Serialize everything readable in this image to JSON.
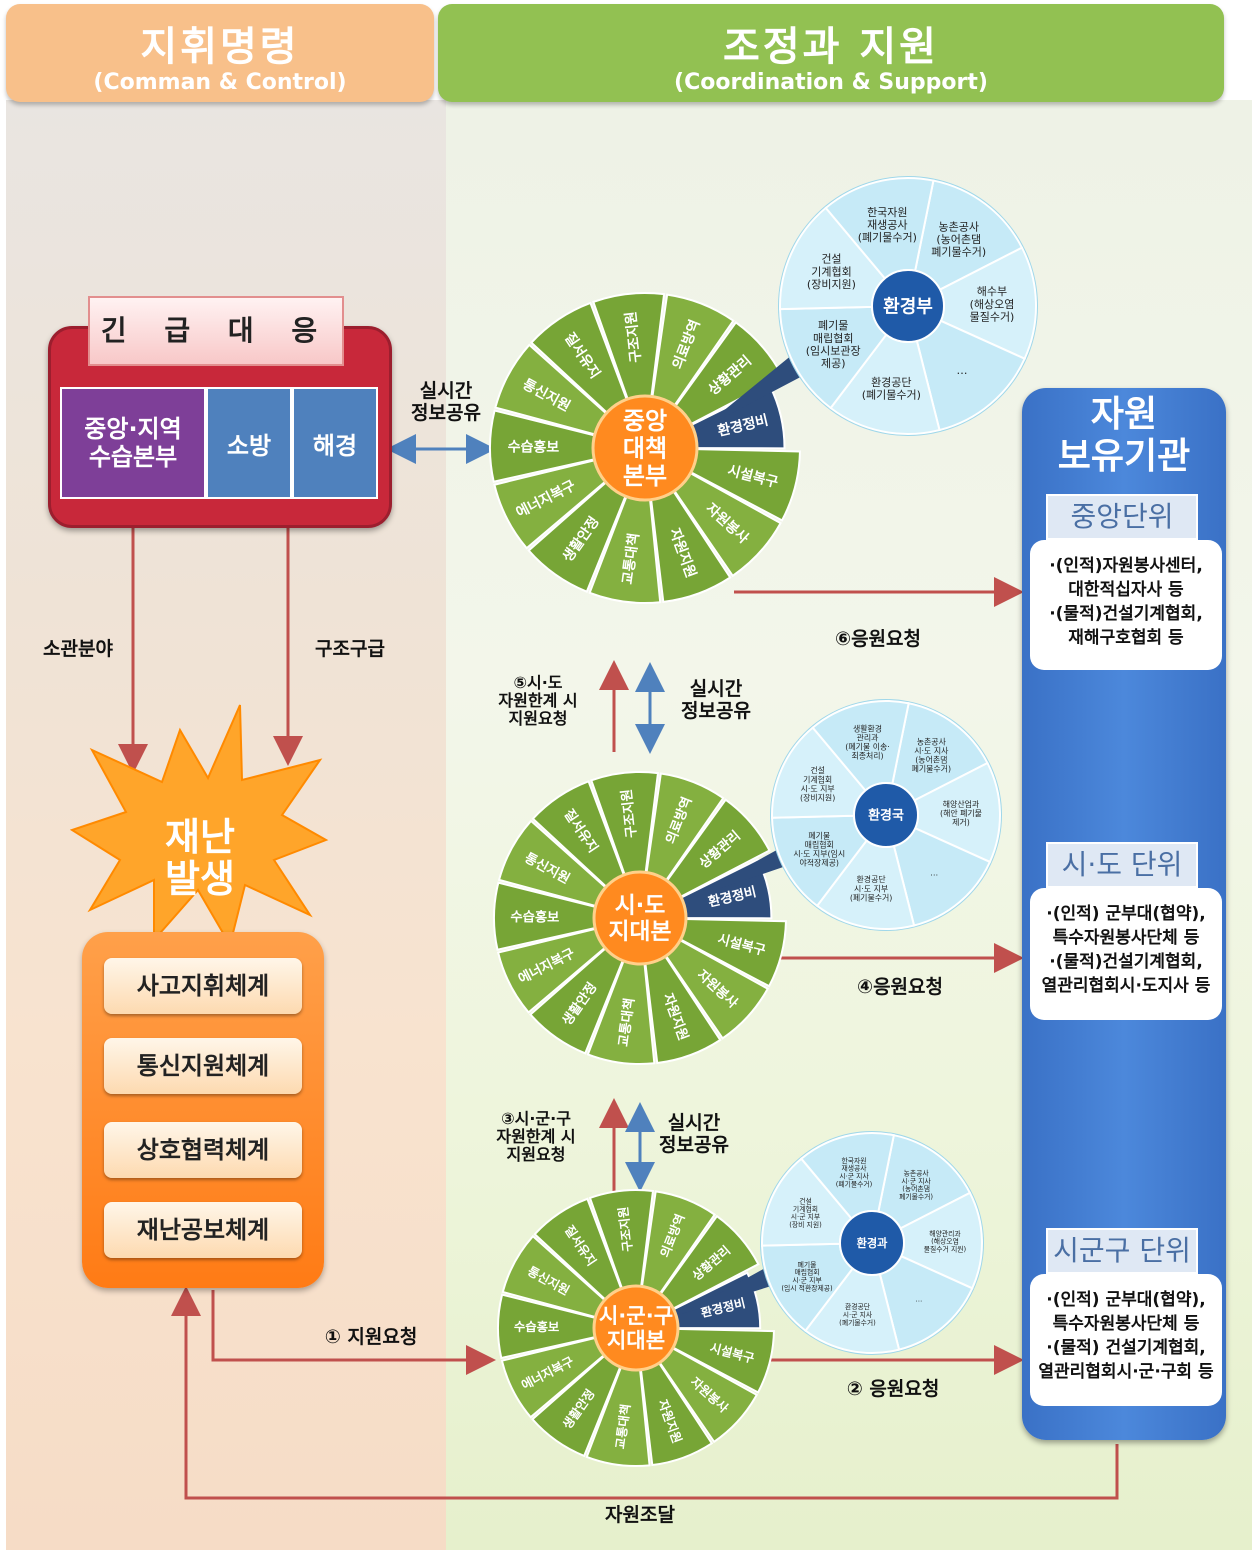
{
  "header": {
    "left_title": "지휘명령",
    "left_subtitle": "(Comman & Control)",
    "right_title": "조정과 지원",
    "right_subtitle": "(Coordination & Support)"
  },
  "emergency": {
    "title": "긴 급 대 응",
    "cells": [
      "중앙·지역\n수습본부",
      "소방",
      "해경"
    ]
  },
  "disaster": {
    "burst": "재난\n발생",
    "systems": [
      "사고지휘체계",
      "통신지원체계",
      "상호협력체계",
      "재난공보체계"
    ]
  },
  "labels": {
    "jurisdiction": "소관분야",
    "rescue": "구조구급",
    "realtime_share": "실시간\n정보공유",
    "req5": "⑤시·도\n자원한계 시\n지원요청",
    "req3": "③시·군·구\n자원한계 시\n지원요청",
    "req1": "① 지원요청",
    "req2": "② 응원요청",
    "req4": "④응원요청",
    "req6": "⑥응원요청",
    "procure": "자원조달"
  },
  "wheels": {
    "segments": [
      "구조지원",
      "의료방역",
      "상황관리",
      "환경정비",
      "시설복구",
      "자원봉사",
      "자원지원",
      "교통대책",
      "생활안정",
      "에너지복구",
      "수습홍보",
      "통신지원",
      "질서유지"
    ],
    "central": "중앙\n대책\n본부",
    "provincial": "시·도\n지대본",
    "local": "시·군·구\n지대본"
  },
  "env": {
    "central": {
      "hub": "환경부",
      "items": [
        "농촌공사\n(농어촌댐\n폐기물수거)",
        "해수부\n(해상오염\n물질수거)",
        "…",
        "환경공단\n(폐기물수거)",
        "폐기물\n매립협회\n(임시보관장\n제공)",
        "건설\n기계협회\n(장비지원)",
        "한국자원\n재생공사\n(폐기물수거)"
      ]
    },
    "provincial": {
      "hub": "환경국",
      "items": [
        "농촌공사\n시·도 지사\n(농어촌댐\n폐기물수거)",
        "해양산업과\n(해안 폐기물\n제거)",
        "…",
        "환경공단\n시·도 지부\n(폐기물수거)",
        "폐기물\n매립협회\n시·도 지부(임시\n야적장제공)",
        "건설\n기계협회\n시·도 지부\n(장비지원)",
        "생활환경\n관리과\n(폐기물 이송·\n최종처리)"
      ]
    },
    "local": {
      "hub": "환경과",
      "items": [
        "농촌공사\n시·군 지사\n(농어촌댐\n폐기물수거)",
        "해양관리과\n(해상오염\n물질수거 지원)",
        "…",
        "환경공단\n시·군 지사\n(폐기물수거)",
        "폐기물\n매립협회\n시·군 지부\n(임시 적환장제공)",
        "건설\n기계협회\n시·군 지부\n(장비 지원)",
        "한국자원\n재생공사\n시·군 지사\n(폐기물수거)"
      ]
    }
  },
  "resources": {
    "title": "자원\n보유기관",
    "units": [
      {
        "name": "중앙단위",
        "lines": [
          "·(인적)자원봉사센터,",
          "대한적십자사 등",
          "·(물적)건설기계협회,",
          "재해구호협회 등"
        ]
      },
      {
        "name": "시·도 단위",
        "lines": [
          "·(인적) 군부대(협약),",
          "특수자원봉사단체 등",
          "·(물적)건설기계협회,",
          "열관리협회시·도지사 등"
        ]
      },
      {
        "name": "시군구 단위",
        "lines": [
          "·(인적) 군부대(협약),",
          "특수자원봉사단체 등",
          "·(물적) 건설기계협회,",
          "열관리협회시·군·구회 등"
        ]
      }
    ]
  },
  "colors": {
    "accent_orange": "#ff8a1f",
    "arrow_red": "#c0504d",
    "arrow_blue": "#4f81bd",
    "wheel_green": "#7aa63a",
    "hub_blue": "#1f5aa8",
    "env_light": "#c9ecf7"
  }
}
